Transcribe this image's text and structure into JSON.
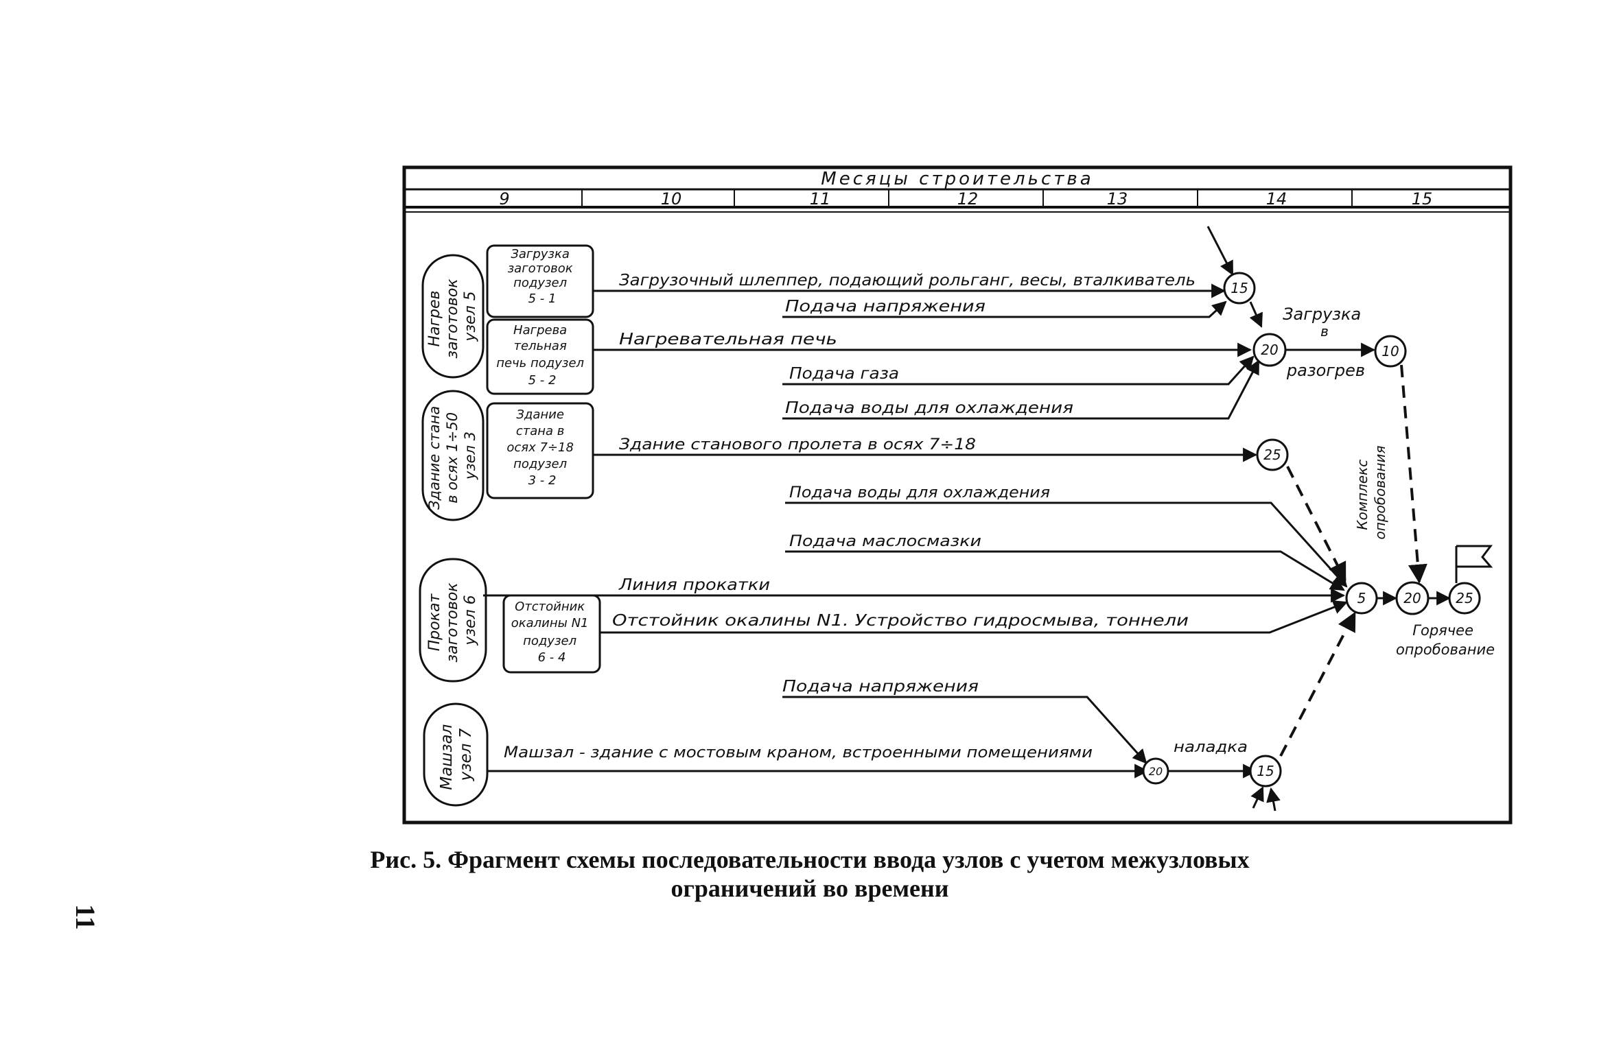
{
  "header": {
    "title": "Месяцы строительства",
    "months": [
      "9",
      "10",
      "11",
      "12",
      "13",
      "14",
      "15"
    ]
  },
  "groups": [
    {
      "id": "g5",
      "label": [
        "Нагрев",
        "заготовок",
        "узел 5"
      ]
    },
    {
      "id": "g3",
      "label": [
        "Здание стана",
        "в осях 1÷50",
        "узел 3"
      ]
    },
    {
      "id": "g6",
      "label": [
        "Прокат",
        "заготовок",
        "узел 6"
      ]
    },
    {
      "id": "g7",
      "label": [
        "Машзал",
        "узел 7"
      ]
    }
  ],
  "subunits": [
    {
      "id": "s51",
      "label": [
        "Загрузка",
        "заготовок",
        "подузел",
        "5 - 1"
      ]
    },
    {
      "id": "s52",
      "label": [
        "Нагрева",
        "тельная",
        "печь подузел",
        "5 - 2"
      ]
    },
    {
      "id": "s32",
      "label": [
        "Здание",
        "стана в",
        "осях 7÷18",
        "подузел",
        "3 - 2"
      ]
    },
    {
      "id": "s64",
      "label": [
        "Отстойник",
        "окалины N1",
        "подузел",
        "6 - 4"
      ]
    }
  ],
  "activities": {
    "a1": "Загрузочный шлеппер, подающий рольганг, весы, вталкиватель",
    "a2": "Подача напряжения",
    "a3": "Нагревательная печь",
    "a4": "Подача газа",
    "a5": "Подача воды для охлаждения",
    "a6": "Здание станового пролета в осях 7÷18",
    "a7": "Подача воды для охлаждения",
    "a8": "Подача маслосмазки",
    "a9": "Линия прокатки",
    "a10": "Отстойник окалины N1. Устройство гидросмыва, тоннели",
    "a11": "Подача напряжения",
    "a12": "Машзал - здание с мостовым краном, встроенными помещениями",
    "a13": "наладка"
  },
  "events": {
    "e15a": "15",
    "e20a": "20",
    "e10": "10",
    "e25a": "25",
    "e5": "5",
    "e20b": "20",
    "e25b": "25",
    "e20c": "20",
    "e15b": "15"
  },
  "annotations": {
    "loading": [
      "Загрузка",
      "в",
      "разогрев"
    ],
    "complex": [
      "Комплекс",
      "опробования"
    ],
    "hot": [
      "Горячее",
      "опробование"
    ]
  },
  "caption": {
    "line1": "Рис. 5. Фрагмент схемы последовательности ввода узлов с учетом межузловых",
    "line2": "ограничений во времени"
  },
  "page_number": "11"
}
